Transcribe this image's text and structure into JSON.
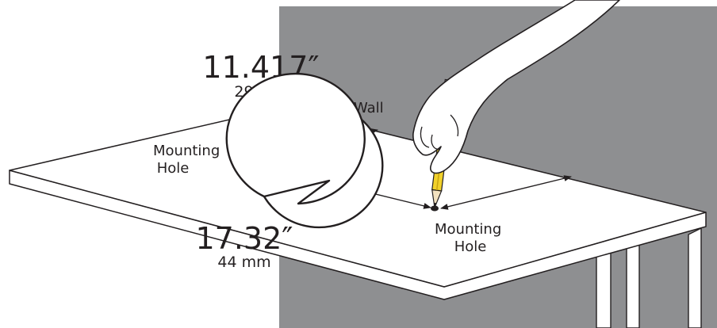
{
  "labels": {
    "wall": "Wall",
    "hole_left_line1": "Mounting",
    "hole_left_line2": "Hole",
    "hole_right_line1": "Mounting",
    "hole_right_line2": "Hole"
  },
  "callouts": {
    "top": {
      "imperial": "11.417″",
      "metric": "29 mm"
    },
    "bottom": {
      "imperial": "17.32″",
      "metric": "44 mm"
    }
  },
  "colors": {
    "wall": "#8e8f91",
    "outline": "#231f20",
    "pencil_body": "#f2d22b",
    "pencil_stripe": "#c9a411",
    "background": "#ffffff"
  }
}
